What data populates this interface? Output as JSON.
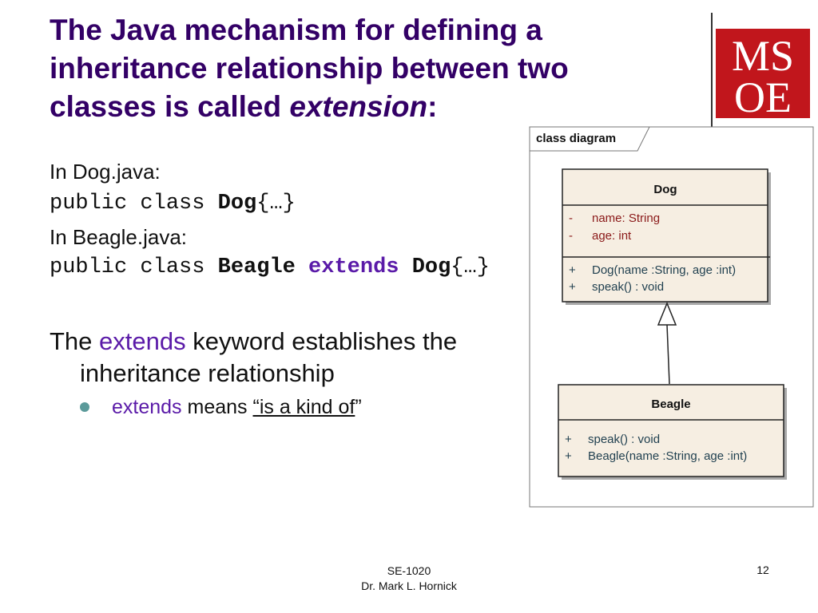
{
  "title": {
    "line1": "The Java mechanism for defining a",
    "line2": "inheritance relationship between two",
    "line3_prefix": "classes is called ",
    "line3_em": "extension",
    "line3_suffix": ":"
  },
  "logo": {
    "text_top": "MS",
    "text_bottom": "OE"
  },
  "code": {
    "file1_label": "In Dog.java:",
    "line1_kw": "public class ",
    "line1_name": "Dog",
    "line1_body": "{…}",
    "file2_label": "In Beagle.java:",
    "line2_kw": "public class ",
    "line2_name": "Beagle",
    "line2_extends": " extends ",
    "line2_parent": "Dog",
    "line2_body": "{…}"
  },
  "statement": {
    "prefix": "The ",
    "keyword": "extends",
    "rest1": " keyword establishes the",
    "rest2": "inheritance relationship"
  },
  "bullet": {
    "keyword": "extends",
    "middle": " means ",
    "quote": "“is a kind of",
    "end_quote": "”"
  },
  "diagram": {
    "frame_label": "class diagram",
    "dog": {
      "name": "Dog",
      "attributes": [
        {
          "vis": "-",
          "text": "name:  String"
        },
        {
          "vis": "-",
          "text": "age:  int"
        }
      ],
      "operations": [
        {
          "vis": "+",
          "text": "Dog(name :String, age :int)"
        },
        {
          "vis": "+",
          "text": "speak() : void"
        }
      ]
    },
    "beagle": {
      "name": "Beagle",
      "operations": [
        {
          "vis": "+",
          "text": "speak() : void"
        },
        {
          "vis": "+",
          "text": "Beagle(name :String, age :int)"
        }
      ]
    },
    "colors": {
      "attr": "#8b1a1a",
      "op": "#1f3f4f",
      "box": "#f6eee2",
      "shadow": "#a9a9a9"
    }
  },
  "footer": {
    "course": "SE-1020",
    "author": "Dr. Mark L. Hornick",
    "page": "12"
  }
}
